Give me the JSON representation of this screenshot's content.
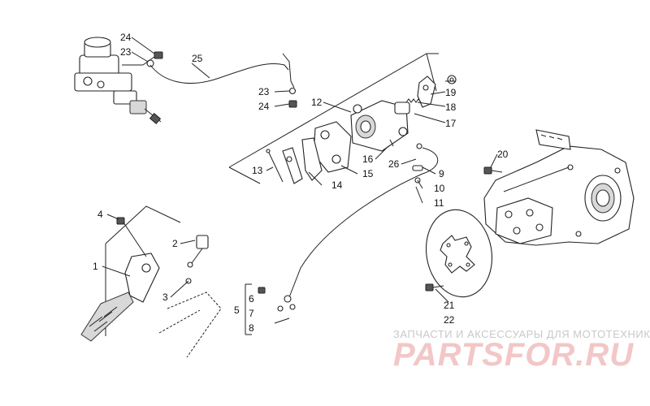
{
  "callouts": {
    "c1": "1",
    "c2": "2",
    "c3": "3",
    "c4": "4",
    "c5": "5",
    "c6": "6",
    "c7": "7",
    "c8": "8",
    "c9": "9",
    "c10": "10",
    "c11": "11",
    "c12": "12",
    "c13": "13",
    "c14": "14",
    "c15": "15",
    "c16": "16",
    "c17": "17",
    "c18": "18",
    "c19": "19",
    "c20": "20",
    "c21": "21",
    "c22": "22",
    "c23a": "23",
    "c23b": "23",
    "c24a": "24",
    "c24b": "24",
    "c25": "25",
    "c26": "26"
  },
  "watermark": {
    "tagline": "ЗАПЧАСТИ И АКСЕССУАРЫ ДЛЯ МОТОТЕХНИКИ",
    "brand": "PARTSFOR.RU"
  }
}
